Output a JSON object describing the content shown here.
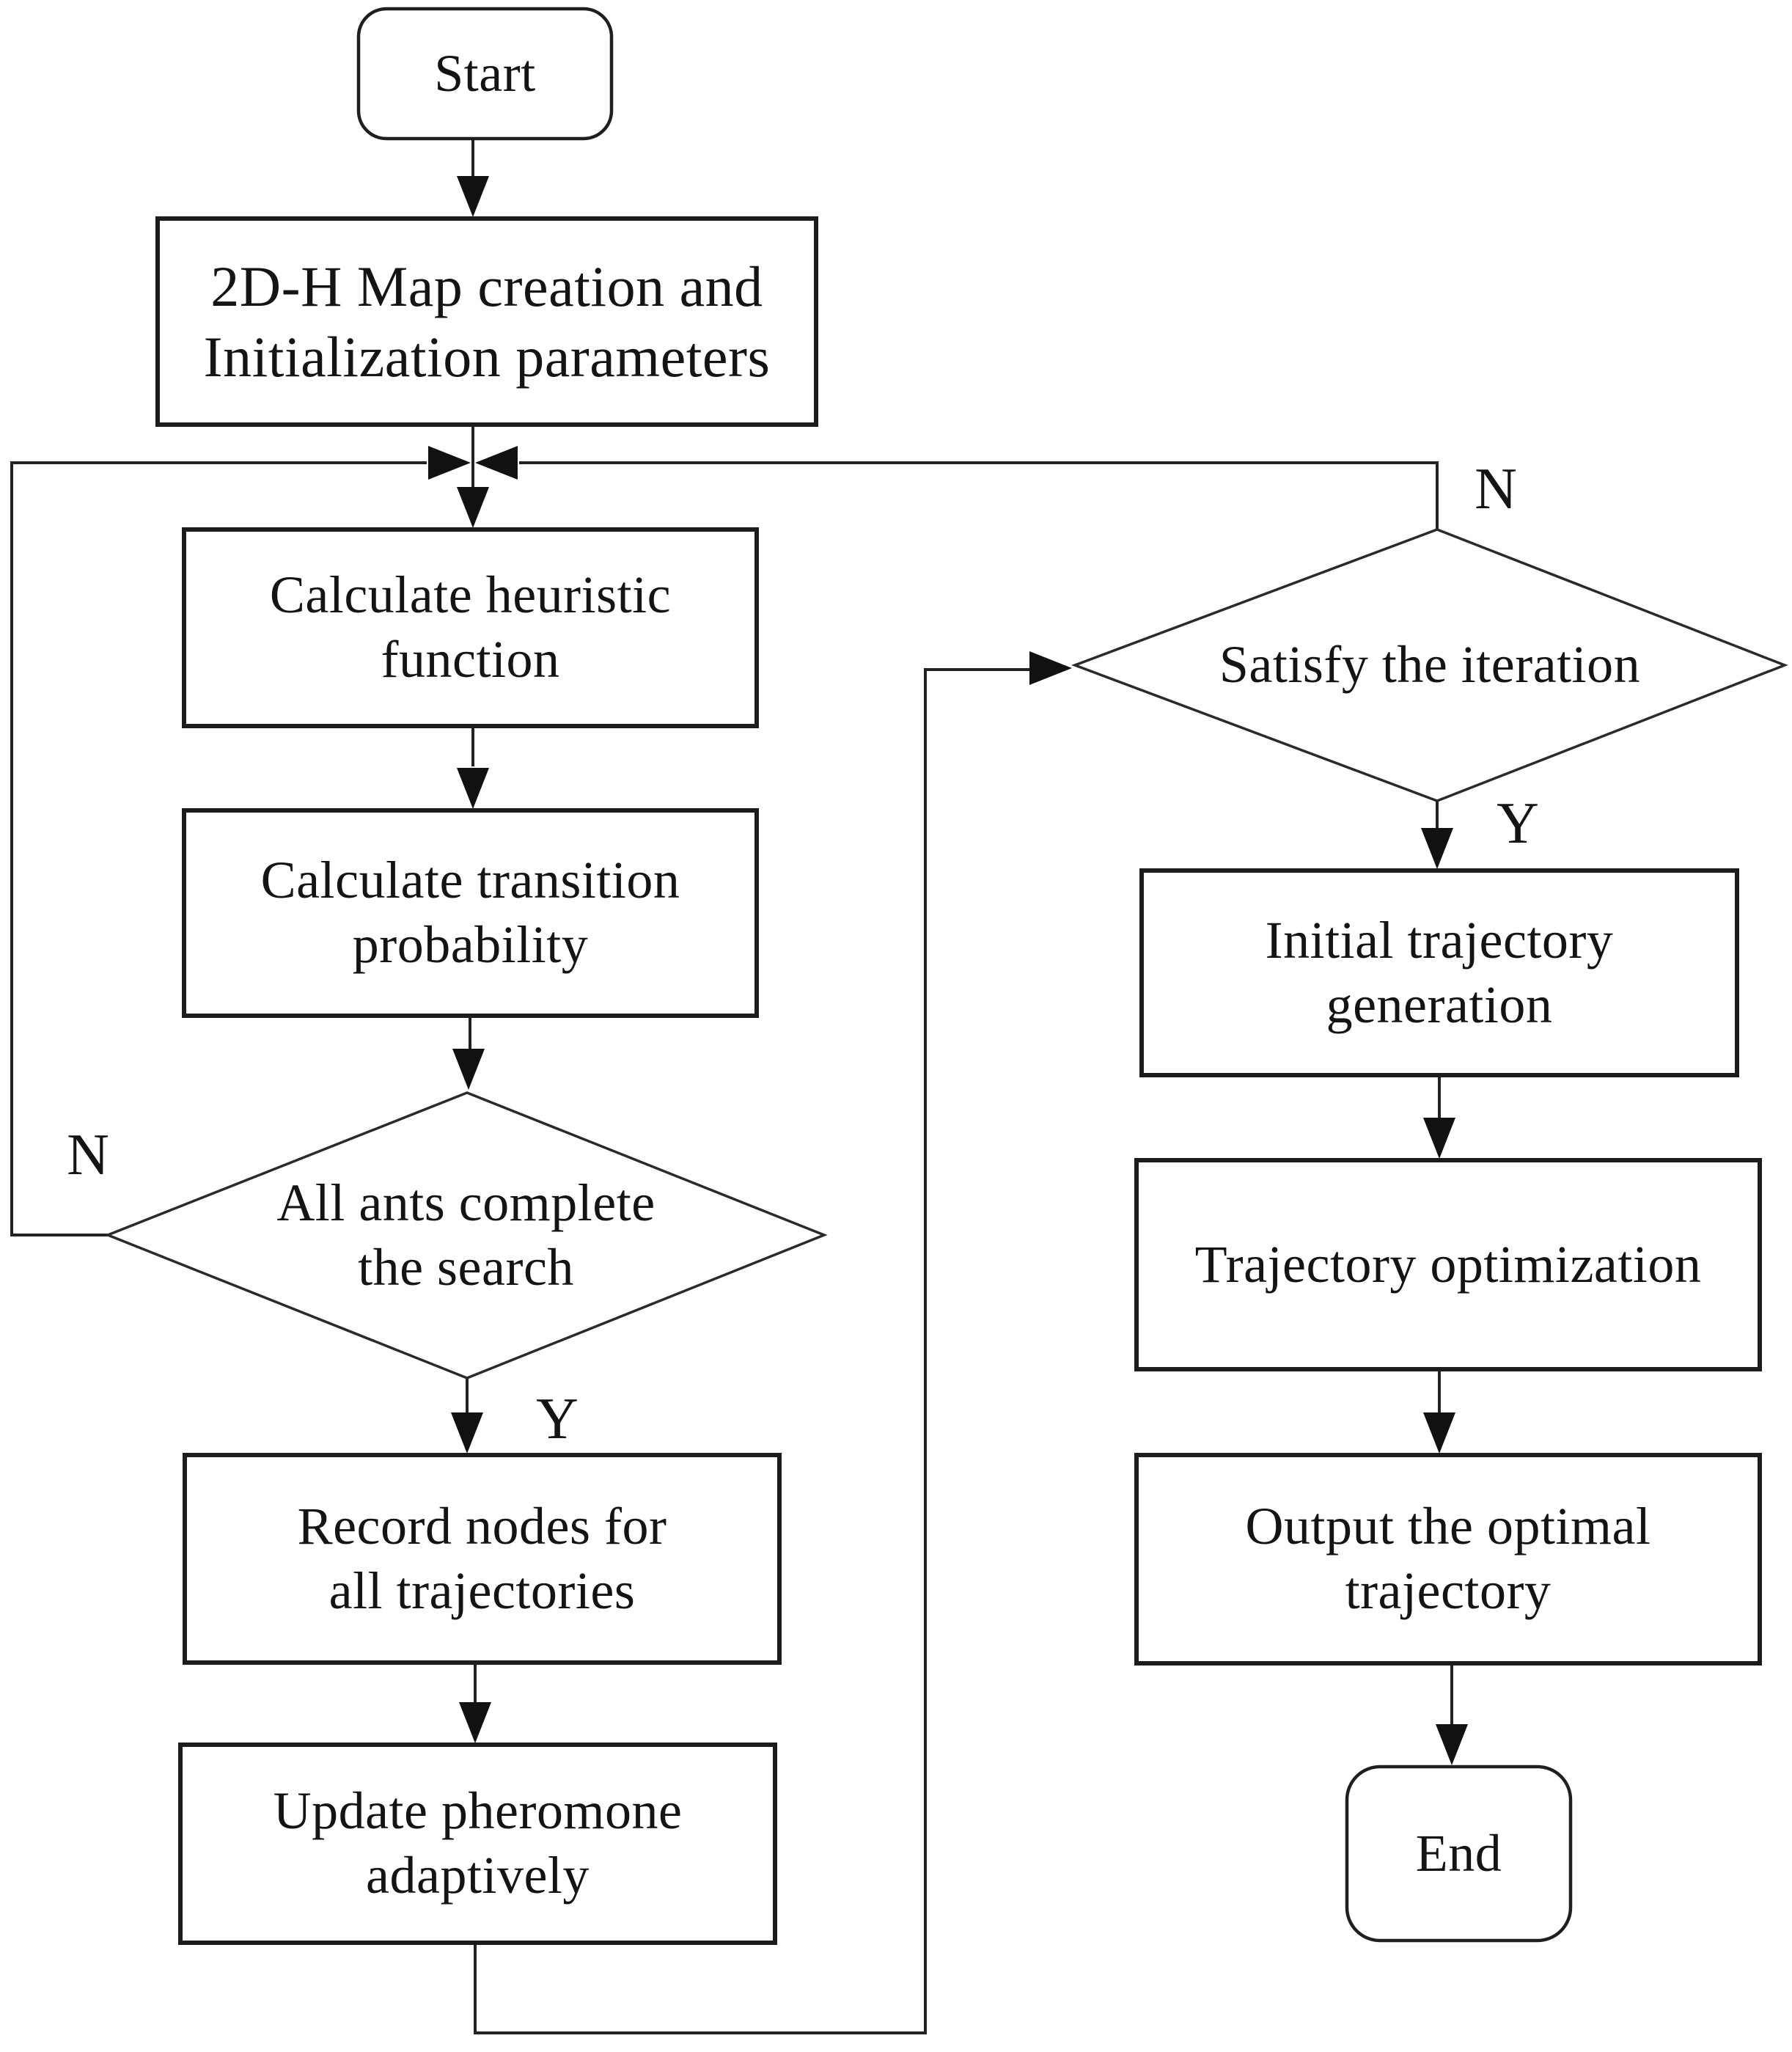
{
  "diagram": {
    "type": "flowchart",
    "background_color": "#ffffff",
    "line_color": "#222222",
    "nodes": {
      "start": {
        "label": "Start",
        "shape": "terminator"
      },
      "map_init": {
        "label": "2D-H Map creation and\nInitialization parameters",
        "shape": "process"
      },
      "calc_heuristic": {
        "label": "Calculate heuristic\nfunction",
        "shape": "process"
      },
      "calc_transition": {
        "label": "Calculate transition\nprobability",
        "shape": "process"
      },
      "all_ants_complete": {
        "label": "All ants complete\nthe search",
        "shape": "decision",
        "branches": {
          "no": "N",
          "yes": "Y"
        }
      },
      "record_nodes": {
        "label": "Record nodes for\nall trajectories",
        "shape": "process"
      },
      "update_pheromone": {
        "label": "Update pheromone\nadaptively",
        "shape": "process"
      },
      "satisfy_iteration": {
        "label": "Satisfy the iteration",
        "shape": "decision",
        "branches": {
          "no": "N",
          "yes": "Y"
        }
      },
      "initial_trajectory": {
        "label": "Initial trajectory\ngeneration",
        "shape": "process"
      },
      "trajectory_optimization": {
        "label": "Trajectory optimization",
        "shape": "process"
      },
      "output_trajectory": {
        "label": "Output the optimal\ntrajectory",
        "shape": "process"
      },
      "end": {
        "label": "End",
        "shape": "terminator"
      }
    },
    "edges": [
      {
        "from": "start",
        "to": "map_init"
      },
      {
        "from": "map_init",
        "to": "calc_heuristic"
      },
      {
        "from": "calc_heuristic",
        "to": "calc_transition"
      },
      {
        "from": "calc_transition",
        "to": "all_ants_complete"
      },
      {
        "from": "all_ants_complete",
        "to": "calc_heuristic",
        "label": "N"
      },
      {
        "from": "all_ants_complete",
        "to": "record_nodes",
        "label": "Y"
      },
      {
        "from": "record_nodes",
        "to": "update_pheromone"
      },
      {
        "from": "update_pheromone",
        "to": "satisfy_iteration"
      },
      {
        "from": "satisfy_iteration",
        "to": "calc_heuristic",
        "label": "N"
      },
      {
        "from": "satisfy_iteration",
        "to": "initial_trajectory",
        "label": "Y"
      },
      {
        "from": "initial_trajectory",
        "to": "trajectory_optimization"
      },
      {
        "from": "trajectory_optimization",
        "to": "output_trajectory"
      },
      {
        "from": "output_trajectory",
        "to": "end"
      }
    ]
  }
}
